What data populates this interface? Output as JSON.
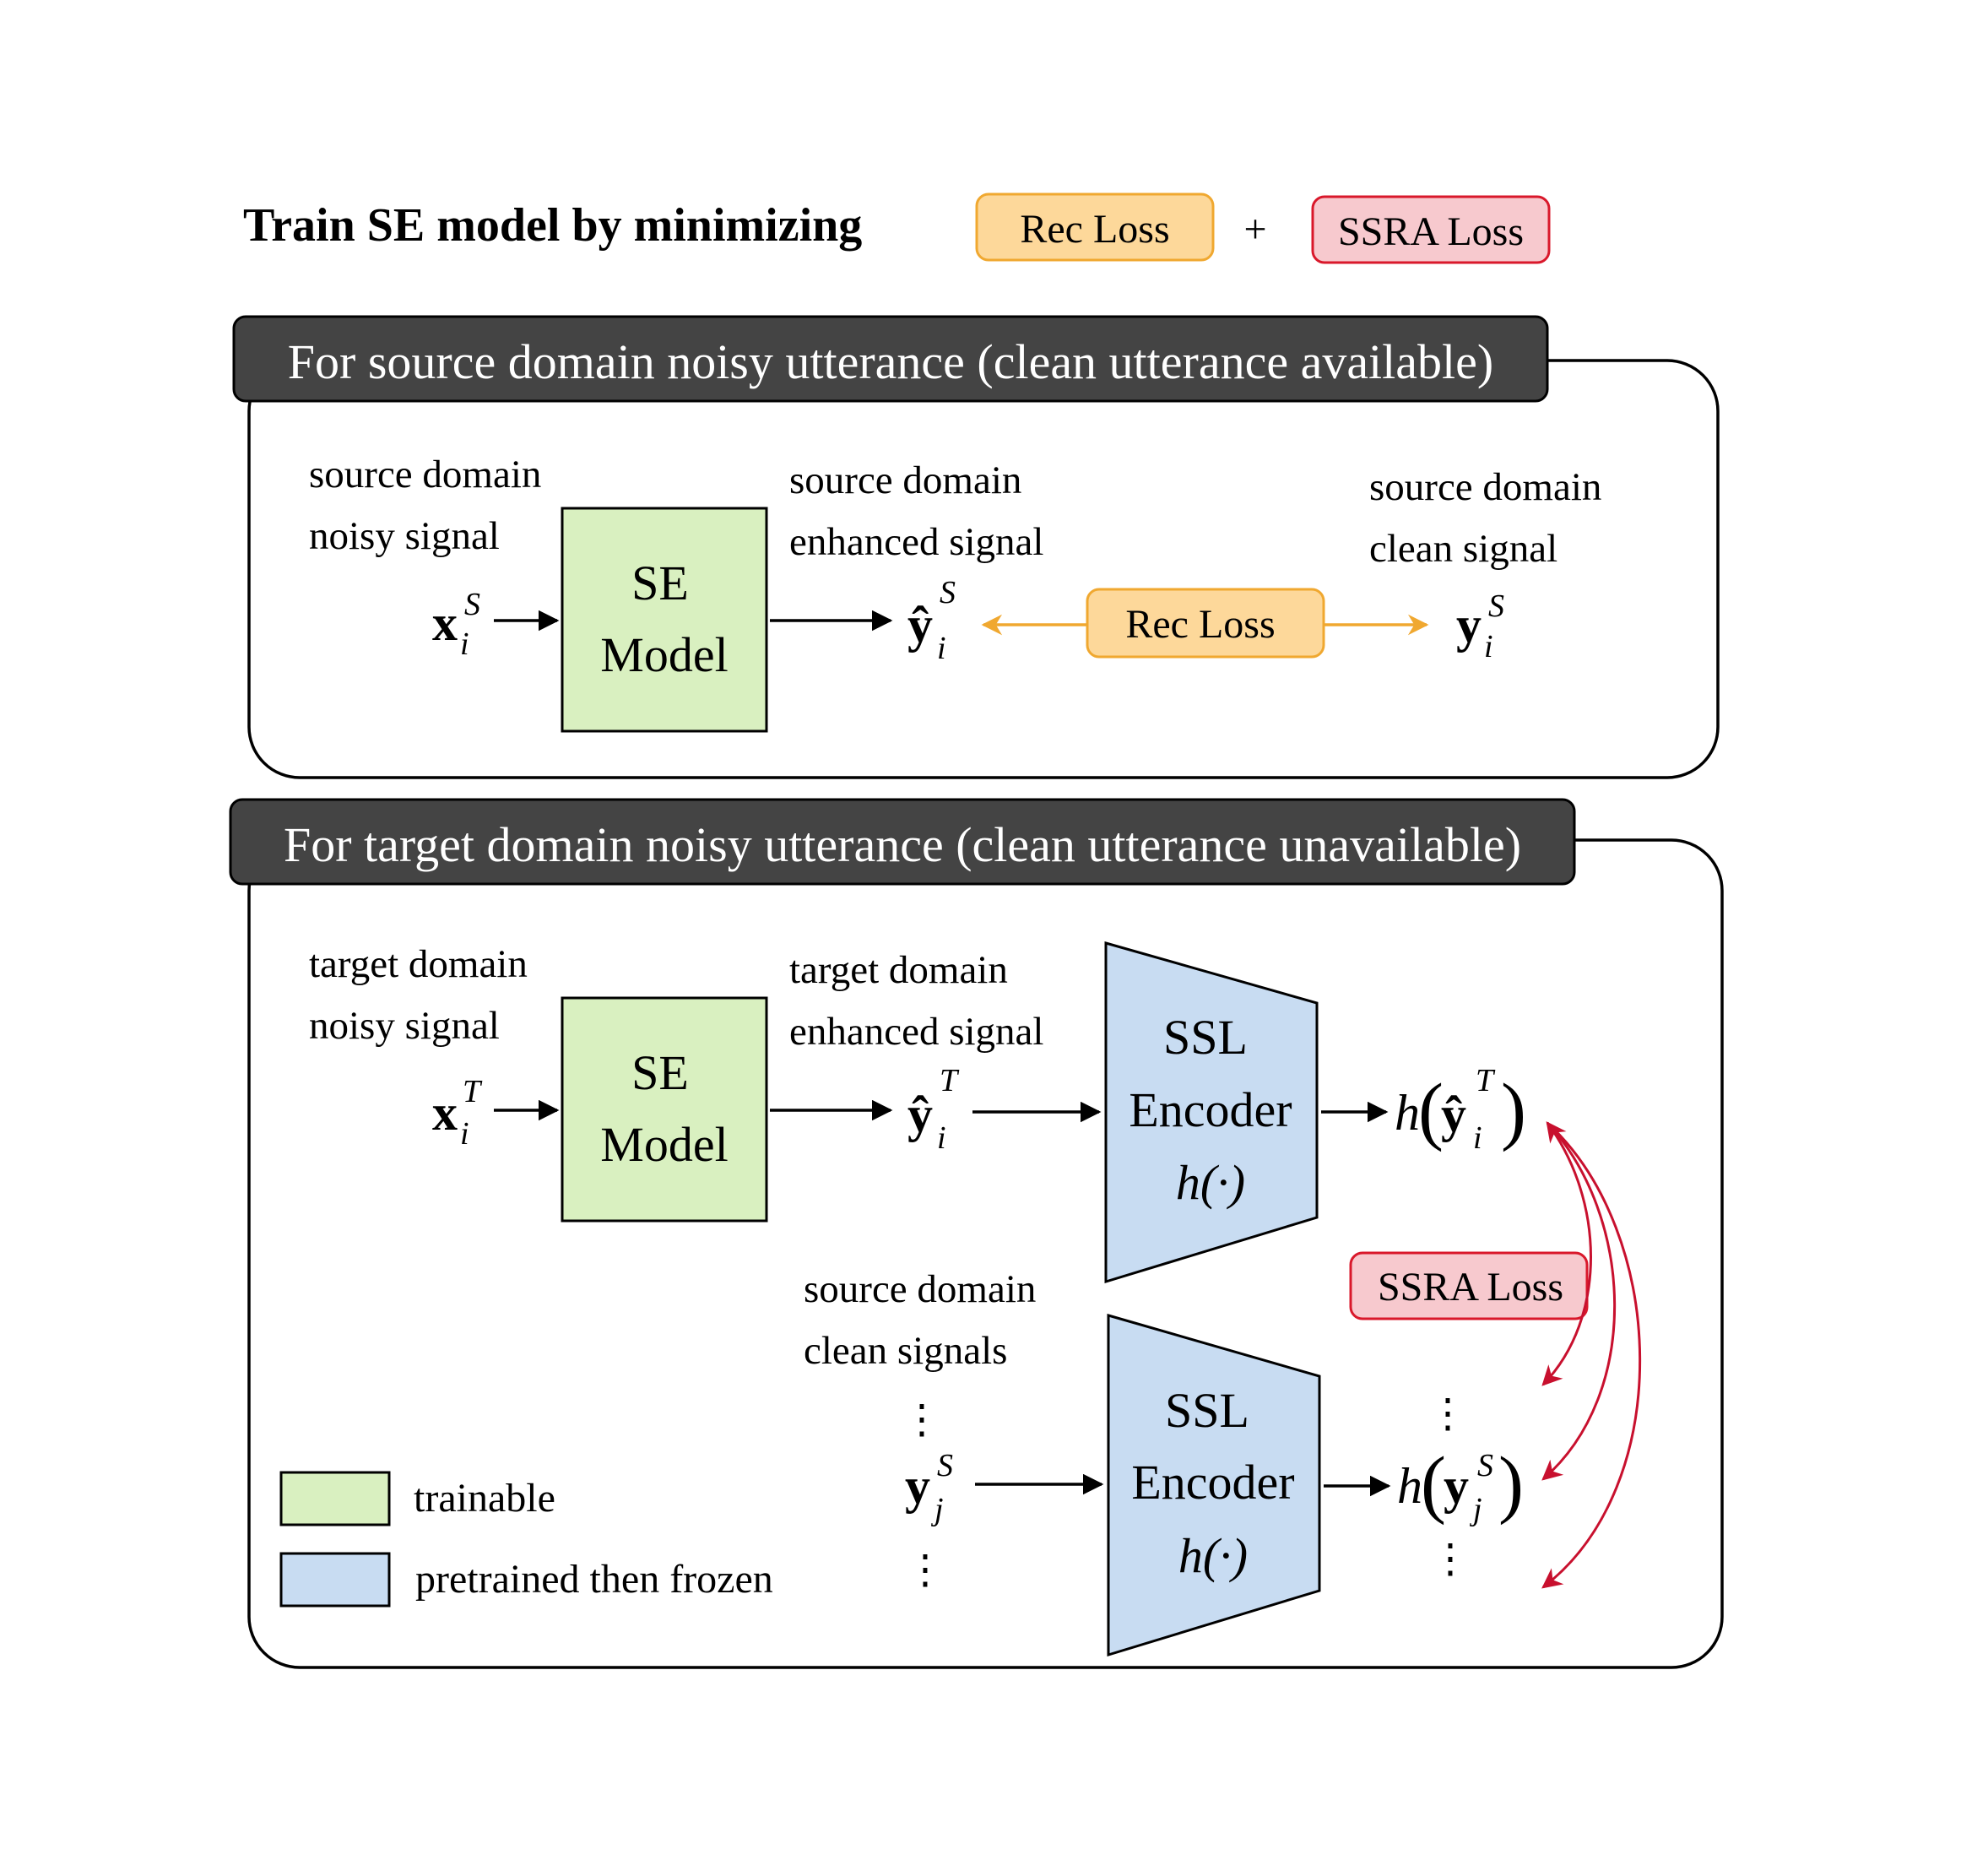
{
  "header": {
    "title": "Train SE model by minimizing",
    "plus": "+",
    "rec_loss": "Rec Loss",
    "ssra_loss": "SSRA Loss"
  },
  "panel_source": {
    "title": "For source domain noisy utterance (clean utterance available)",
    "input_label": [
      "source domain",
      "noisy signal"
    ],
    "input_symbol": {
      "base": "x",
      "sub": "i",
      "sup": "S"
    },
    "se_model": [
      "SE",
      "Model"
    ],
    "enhanced_label": [
      "source domain",
      "enhanced signal"
    ],
    "enhanced_symbol": {
      "base": "ŷ",
      "sub": "i",
      "sup": "S"
    },
    "loss": "Rec Loss",
    "clean_label": [
      "source domain",
      "clean signal"
    ],
    "clean_symbol": {
      "base": "y",
      "sub": "i",
      "sup": "S"
    }
  },
  "panel_target": {
    "title": "For target domain noisy utterance (clean utterance unavailable)",
    "input_label": [
      "target domain",
      "noisy signal"
    ],
    "input_symbol": {
      "base": "x",
      "sub": "i",
      "sup": "T"
    },
    "se_model": [
      "SE",
      "Model"
    ],
    "enhanced_label": [
      "target domain",
      "enhanced signal"
    ],
    "enhanced_symbol": {
      "base": "ŷ",
      "sub": "i",
      "sup": "T"
    },
    "encoder_top": [
      "SSL",
      "Encoder",
      "h(·)"
    ],
    "output_top": {
      "fn": "h",
      "base": "ŷ",
      "sub": "i",
      "sup": "T"
    },
    "clean_label": [
      "source domain",
      "clean signals"
    ],
    "clean_symbol": {
      "base": "y",
      "sub": "j",
      "sup": "S"
    },
    "encoder_bottom": [
      "SSL",
      "Encoder",
      "h(·)"
    ],
    "output_bottom": {
      "fn": "h",
      "base": "y",
      "sub": "j",
      "sup": "S"
    },
    "loss": "SSRA Loss",
    "vdots": "⋮"
  },
  "legend": {
    "items": [
      {
        "label": "trainable",
        "color": "#d9f0c0"
      },
      {
        "label": "pretrained then frozen",
        "color": "#c8dcf2"
      }
    ]
  },
  "colors": {
    "rec_fill": "#fdd89a",
    "rec_stroke": "#f0a830",
    "ssra_fill": "#f7c9ce",
    "ssra_stroke": "#d9182b",
    "se_fill": "#d9f0c0",
    "ssl_fill": "#c8dcf2",
    "title_fill": "#444444",
    "red_arrow": "#c8102e",
    "orange_arrow": "#f0a830"
  }
}
